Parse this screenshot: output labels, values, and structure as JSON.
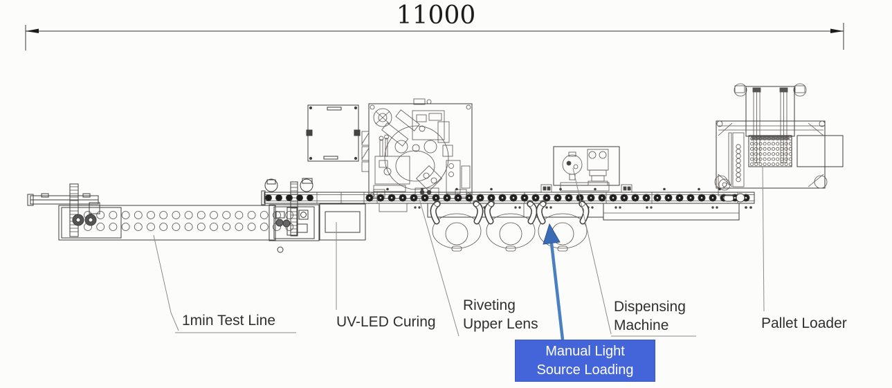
{
  "dimension": {
    "value": "11000"
  },
  "labels": {
    "test_line": "1min Test Line",
    "uv_curing": "UV-LED Curing",
    "riveting_line1": "Riveting",
    "riveting_line2": "Upper Lens",
    "dispensing_line1": "Dispensing",
    "dispensing_line2": "Machine",
    "pallet_loader": "Pallet Loader"
  },
  "callout": {
    "line1": "Manual Light",
    "line2": "Source Loading",
    "background": "#4365d9",
    "text_color": "#ffffff",
    "arrow_stem_color": "#4a80c0",
    "arrow_head_color": "#3a6cb5"
  },
  "colors": {
    "line_art": "#3c3c3c",
    "leader_lines": "#8a8a88",
    "background": "#fcfcfa"
  }
}
